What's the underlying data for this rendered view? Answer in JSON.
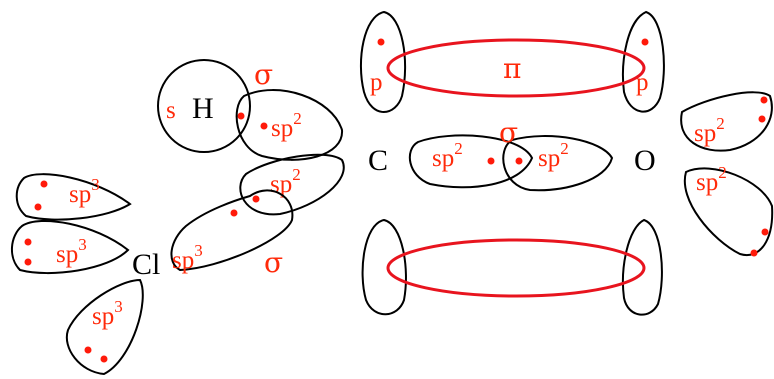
{
  "colors": {
    "label": "#ff2a0a",
    "outline": "#000000",
    "pi_bond": "#e8141e"
  },
  "atoms": {
    "H": "H",
    "Cl": "Cl",
    "C": "C",
    "O": "O"
  },
  "orbitals": {
    "s": "s",
    "sp": "sp",
    "p": "p",
    "sup2": "2",
    "sup3": "3"
  },
  "bonds": {
    "sigma": "σ",
    "pi": "π"
  }
}
